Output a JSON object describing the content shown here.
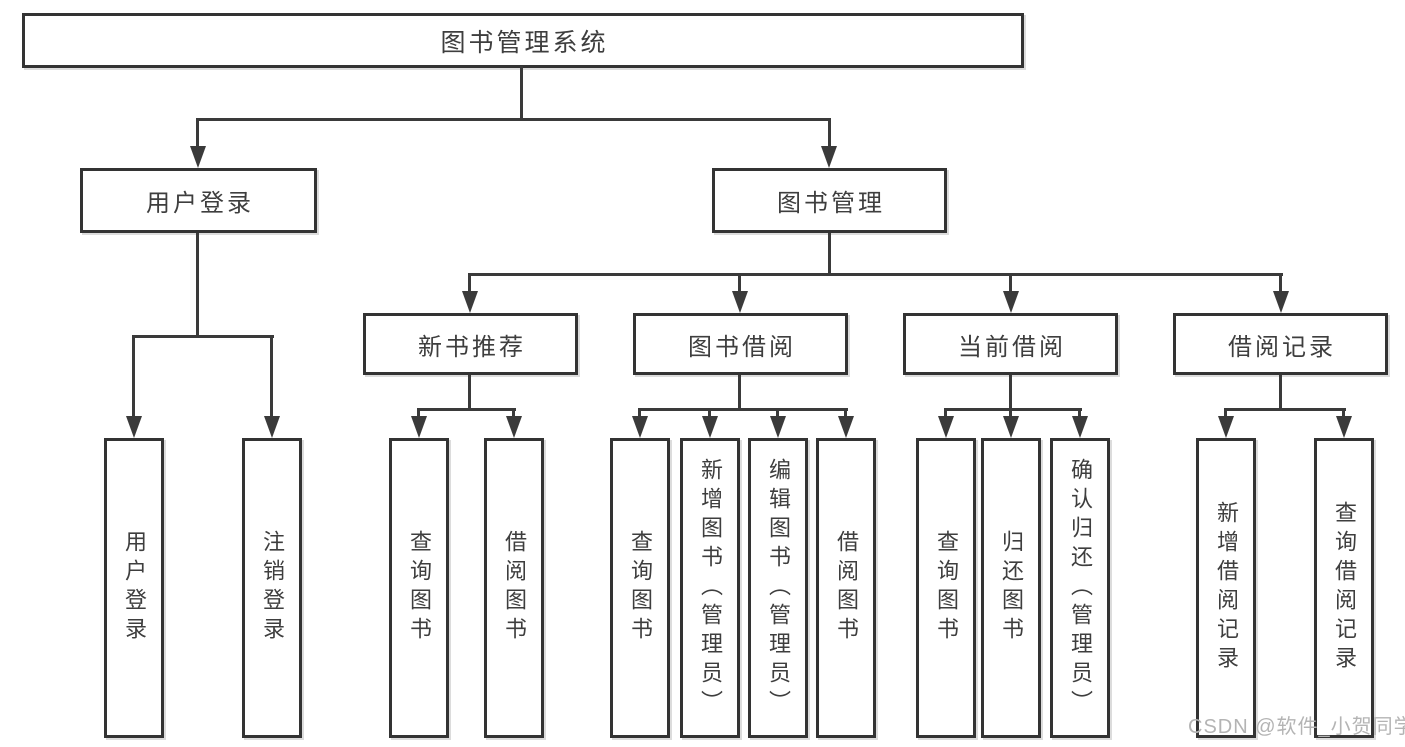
{
  "tree": {
    "root": {
      "label": "图书管理系统"
    },
    "branches": [
      {
        "label": "用户登录",
        "children": [
          {
            "label": "用户登录"
          },
          {
            "label": "注销登录"
          }
        ]
      },
      {
        "label": "图书管理",
        "children": [
          {
            "label": "新书推荐",
            "children": [
              {
                "label": "查询图书"
              },
              {
                "label": "借阅图书"
              }
            ]
          },
          {
            "label": "图书借阅",
            "children": [
              {
                "label": "查询图书"
              },
              {
                "label": "新增图书（管理员）"
              },
              {
                "label": "编辑图书（管理员）"
              },
              {
                "label": "借阅图书"
              }
            ]
          },
          {
            "label": "当前借阅",
            "children": [
              {
                "label": "查询图书"
              },
              {
                "label": "归还图书"
              },
              {
                "label": "确认归还（管理员）"
              }
            ]
          },
          {
            "label": "借阅记录",
            "children": [
              {
                "label": "新增借阅记录"
              },
              {
                "label": "查询借阅记录"
              }
            ]
          }
        ]
      }
    ]
  },
  "watermark": {
    "text": "CSDN @软件_小贺同学"
  },
  "colors": {
    "line": "#3a3a3a",
    "box_border": "#333333",
    "text": "#3e3e3e",
    "background": "#ffffff",
    "watermark": "#b4b4b4"
  }
}
